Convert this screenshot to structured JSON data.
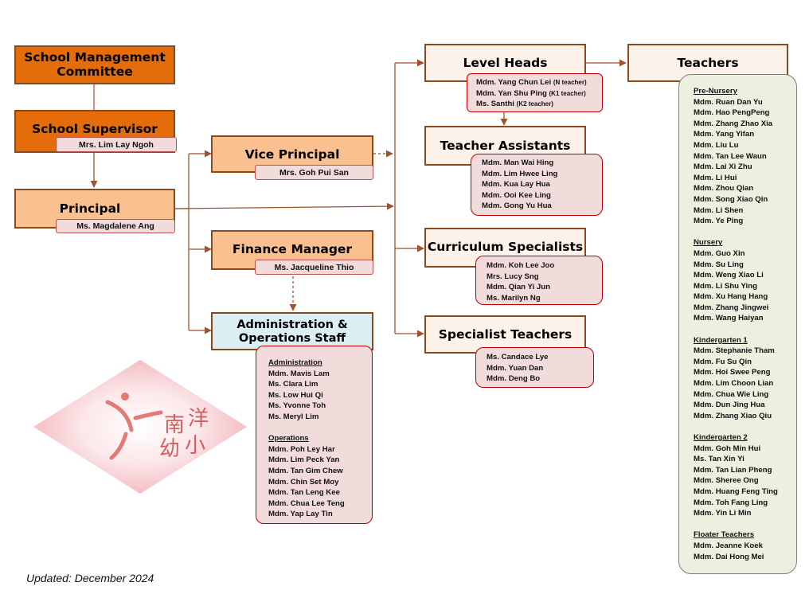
{
  "nodes": {
    "smc": "School Management Committee",
    "supervisor": "School Supervisor",
    "supervisor_name": "Mrs. Lim Lay Ngoh",
    "principal": "Principal",
    "principal_name": "Ms. Magdalene Ang",
    "vice_principal": "Vice Principal",
    "vice_principal_name": "Mrs. Goh Pui San",
    "finance": "Finance Manager",
    "finance_name": "Ms. Jacqueline Thio",
    "admin": "Administration & Operations Staff",
    "level_heads": "Level Heads",
    "teacher_assistants": "Teacher Assistants",
    "curriculum": "Curriculum Specialists",
    "specialist_teachers": "Specialist Teachers",
    "teachers": "Teachers"
  },
  "level_heads": [
    {
      "name": "Mdm. Yang Chun Lei",
      "role": "(N teacher)"
    },
    {
      "name": "Mdm. Yan Shu Ping",
      "role": "(K1 teacher)"
    },
    {
      "name": "Ms. Santhi",
      "role": "(K2 teacher)"
    }
  ],
  "teacher_assistants": [
    "Mdm. Man Wai Hing",
    "Mdm. Lim Hwee Ling",
    "Mdm. Kua Lay Hua",
    "Mdm. Ooi Kee Ling",
    "Mdm. Gong Yu Hua"
  ],
  "curriculum_specialists": [
    "Mdm. Koh Lee Joo",
    "Mrs. Lucy Sng",
    "Mdm. Qian Yi Jun",
    "Ms. Marilyn Ng"
  ],
  "specialist_teachers": [
    "Ms. Candace Lye",
    "Mdm. Yuan Dan",
    "Mdm. Deng Bo"
  ],
  "admin_staff": {
    "administration_title": "Administration",
    "administration": [
      "Mdm. Mavis Lam",
      "Ms. Clara Lim",
      "Ms. Low Hui Qi",
      "Ms. Yvonne Toh",
      "Ms. Meryl Lim"
    ],
    "operations_title": "Operations",
    "operations": [
      "Mdm. Poh Ley Har",
      "Mdm. Lim Peck Yan",
      "Mdm. Tan Gim Chew",
      "Mdm. Chin Set Moy",
      "Mdm. Tan Leng Kee",
      "Mdm. Chua Lee Teng",
      "Mdm. Yap Lay Tin"
    ]
  },
  "teacher_groups": [
    {
      "title": "Pre-Nursery",
      "members": [
        "Mdm. Ruan Dan Yu",
        "Mdm. Hao PengPeng",
        "Mdm. Zhang Zhao Xia",
        "Mdm. Yang Yifan",
        "Mdm. Liu Lu",
        "Mdm. Tan Lee Waun",
        "Mdm. Lai Xi Zhu",
        "Mdm. Li Hui",
        "Mdm. Zhou Qian",
        "Mdm. Song Xiao Qin",
        "Mdm. Li Shen",
        "Mdm. Ye Ping"
      ]
    },
    {
      "title": "Nursery",
      "members": [
        "Mdm. Guo Xin",
        "Mdm. Su Ling",
        "Mdm. Weng Xiao Li",
        "Mdm. Li Shu Ying",
        "Mdm. Xu Hang Hang",
        "Mdm. Zhang Jingwei",
        "Mdm. Wang Haiyan"
      ]
    },
    {
      "title": "Kindergarten 1",
      "members": [
        "Mdm. Stephanie Tham",
        "Mdm. Fu Su Qin",
        "Mdm. Hoi Swee Peng",
        "Mdm. Lim Choon Lian",
        "Mdm. Chua Wie Ling",
        "Mdm. Dun Jing Hua",
        "Mdm. Zhang Xiao Qiu"
      ]
    },
    {
      "title": "Kindergarten 2",
      "members": [
        "Mdm. Goh Min Hui",
        "Ms. Tan Xin Yi",
        "Mdm. Tan Lian Pheng",
        "Mdm. Sheree Ong",
        "Mdm. Huang Feng Ting",
        "Mdm. Toh Fang Ling",
        "Mdm. Yin Li Min"
      ]
    },
    {
      "title": "Floater Teachers",
      "members": [
        "Mdm. Jeanne Koek",
        "Mdm. Dai Hong Mei"
      ]
    }
  ],
  "logo_text": [
    "南",
    "洋",
    "幼",
    "小"
  ],
  "footer": "Updated: December 2024",
  "colors": {
    "dark_box": "#e46c0a",
    "light_box": "#fac090",
    "admin_box": "#dbeef4",
    "name_tag": "#f2dcdb",
    "teachers_panel": "#ebf1de",
    "connector": "#8a4a1c"
  }
}
